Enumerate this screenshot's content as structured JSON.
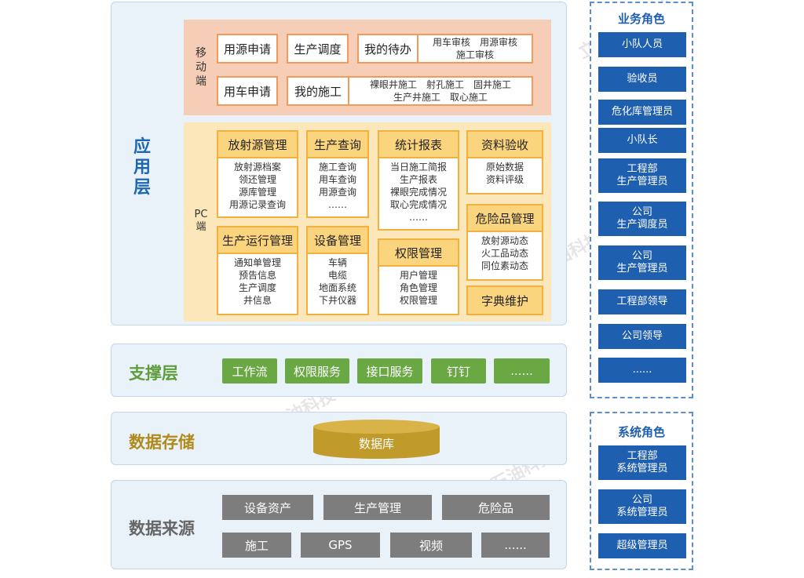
{
  "application": {
    "title": "应用层",
    "mobile": {
      "label": "移动端",
      "boxes": [
        "用源申请",
        "生产调度",
        "我的待办",
        "用车申请",
        "我的施工"
      ],
      "todo_items": [
        "用车审核　用源审核",
        "施工审核"
      ],
      "construction_items": [
        "裸眼井施工　射孔施工　固井施工",
        "生产井施工　取心施工"
      ]
    },
    "pc": {
      "label": "PC端",
      "cards": [
        {
          "title": "放射源管理",
          "items": [
            "放射源档案",
            "领还管理",
            "源库管理",
            "用源记录查询"
          ]
        },
        {
          "title": "生产查询",
          "items": [
            "施工查询",
            "用车查询",
            "用源查询",
            "……"
          ]
        },
        {
          "title": "统计报表",
          "items": [
            "当日施工简报",
            "生产报表",
            "裸眼完成情况",
            "取心完成情况",
            "……"
          ]
        },
        {
          "title": "资料验收",
          "items": [
            "原始数据",
            "资料评级"
          ]
        },
        {
          "title": "危险品管理",
          "items": [
            "放射源动态",
            "火工品动态",
            "同位素动态"
          ]
        },
        {
          "title": "生产运行管理",
          "items": [
            "通知单管理",
            "预告信息",
            "生产调度",
            "井信息"
          ]
        },
        {
          "title": "设备管理",
          "items": [
            "车辆",
            "电缆",
            "地面系统",
            "下井仪器"
          ]
        },
        {
          "title": "权限管理",
          "items": [
            "用户管理",
            "角色管理",
            "权限管理"
          ]
        },
        {
          "title": "字典维护",
          "items": []
        }
      ]
    }
  },
  "support": {
    "title": "支撑层",
    "items": [
      "工作流",
      "权限服务",
      "接口服务",
      "钉钉",
      "......"
    ]
  },
  "storage": {
    "title": "数据存储",
    "db_label": "数据库"
  },
  "source": {
    "title": "数据来源",
    "items": [
      "设备资产",
      "生产管理",
      "危险品",
      "施工",
      "GPS",
      "视频",
      "......"
    ]
  },
  "business_roles": {
    "title": "业务角色",
    "items": [
      "小队人员",
      "验收员",
      "危化库管理员",
      "小队长",
      "工程部\n生产管理员",
      "公司\n生产调度员",
      "公司\n生产管理员",
      "工程部领导",
      "公司领导",
      "......"
    ]
  },
  "system_roles": {
    "title": "系统角色",
    "items": [
      "工程部\n系统管理员",
      "公司\n系统管理员",
      "超级管理员"
    ]
  },
  "watermark": "立鼎石油科技",
  "colors": {
    "app_title": "#1f67b0",
    "mobile_bg": "#f6cdb6",
    "mobile_border": "#f19a5b",
    "pc_bg": "#fbe7b9",
    "pc_head": "#fbd47e",
    "support_green": "#6aa844",
    "storage_gold": "#b08b1c",
    "source_gray": "#7d7d7d",
    "role_blue": "#1f5fb0"
  }
}
